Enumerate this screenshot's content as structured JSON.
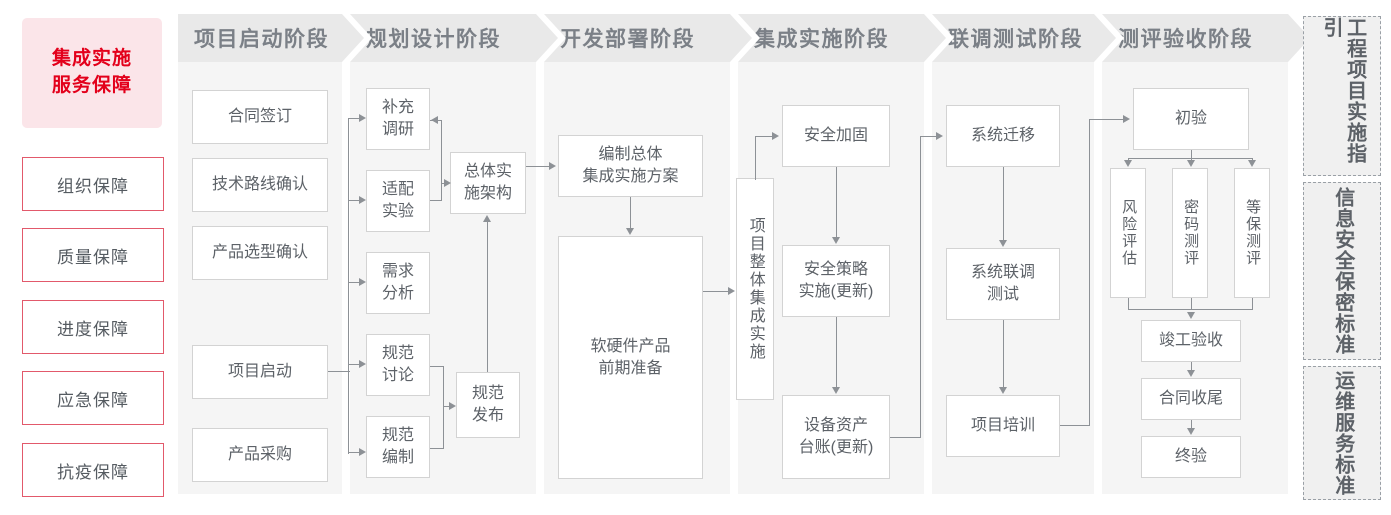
{
  "sidebar": {
    "title": "集成实施\n服务保障",
    "title_line1": "集成实施",
    "title_line2": "服务保障",
    "accent_color": "#e3001b",
    "accent_bg": "#fbe5e9",
    "border_color": "#e2596b",
    "items": [
      {
        "label": "组织保障"
      },
      {
        "label": "质量保障"
      },
      {
        "label": "进度保障"
      },
      {
        "label": "应急保障"
      },
      {
        "label": "抗疫保障"
      }
    ]
  },
  "phases": [
    {
      "id": "startup",
      "title": "项目启动阶段"
    },
    {
      "id": "planning",
      "title": "规划设计阶段"
    },
    {
      "id": "development",
      "title": "开发部署阶段"
    },
    {
      "id": "integration",
      "title": "集成实施阶段"
    },
    {
      "id": "jointtest",
      "title": "联调测试阶段"
    },
    {
      "id": "acceptance",
      "title": "测评验收阶段"
    }
  ],
  "nodes": {
    "startup": [
      {
        "label": "合同签订"
      },
      {
        "label": "技术路线确认"
      },
      {
        "label": "产品选型确认"
      },
      {
        "label": "项目启动"
      },
      {
        "label": "产品采购"
      }
    ],
    "planning": [
      {
        "label": "补充\n调研",
        "l1": "补充",
        "l2": "调研"
      },
      {
        "label": "适配\n实验",
        "l1": "适配",
        "l2": "实验"
      },
      {
        "label": "需求\n分析",
        "l1": "需求",
        "l2": "分析"
      },
      {
        "label": "规范\n讨论",
        "l1": "规范",
        "l2": "讨论"
      },
      {
        "label": "规范\n编制",
        "l1": "规范",
        "l2": "编制"
      },
      {
        "label": "总体实\n施架构",
        "l1": "总体实",
        "l2": "施架构"
      },
      {
        "label": "规范\n发布",
        "l1": "规范",
        "l2": "发布"
      }
    ],
    "development": [
      {
        "label": "编制总体\n集成实施方案",
        "l1": "编制总体",
        "l2": "集成实施方案"
      },
      {
        "label": "软硬件产品\n前期准备",
        "l1": "软硬件产品",
        "l2": "前期准备"
      }
    ],
    "integration": [
      {
        "label": "项目整体集成实施"
      },
      {
        "label": "安全加固"
      },
      {
        "label": "安全策略\n实施(更新)",
        "l1": "安全策略",
        "l2": "实施(更新)"
      },
      {
        "label": "设备资产\n台账(更新)",
        "l1": "设备资产",
        "l2": "台账(更新)"
      }
    ],
    "jointtest": [
      {
        "label": "系统迁移"
      },
      {
        "label": "系统联调\n测试",
        "l1": "系统联调",
        "l2": "测试"
      },
      {
        "label": "项目培训"
      }
    ],
    "acceptance": [
      {
        "label": "初验"
      },
      {
        "label": "风险评估"
      },
      {
        "label": "密码测评"
      },
      {
        "label": "等保测评"
      },
      {
        "label": "竣工验收"
      },
      {
        "label": "合同收尾"
      },
      {
        "label": "终验"
      }
    ]
  },
  "standards": [
    {
      "label": "工程项目实施指引"
    },
    {
      "label": "信息安全保密标准"
    },
    {
      "label": "运维服务标准"
    }
  ],
  "colors": {
    "column_bg": "#f5f5f5",
    "header_bg": "#e9e9e9",
    "header_text": "#7b8087",
    "node_border": "#d3d3d3",
    "node_text": "#5d6268",
    "connector": "#8d9196"
  }
}
